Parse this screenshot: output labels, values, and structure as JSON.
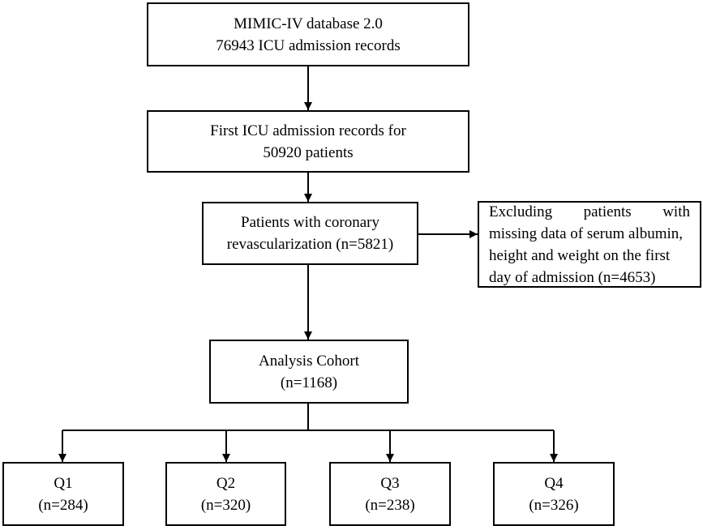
{
  "flowchart": {
    "source": {
      "line1": "MIMIC-IV database 2.0",
      "line2": "76943 ICU admission records"
    },
    "first_admission": {
      "line1": "First ICU admission records for",
      "line2": "50920 patients"
    },
    "revascularization": {
      "line1": "Patients with coronary",
      "line2": "revascularization (n=5821)"
    },
    "exclusion": {
      "line1": "Excluding patients with",
      "line2": "missing data of serum albumin,",
      "line3": "height and weight on the first",
      "line4": "day of admission (n=4653)"
    },
    "cohort": {
      "line1": "Analysis Cohort",
      "line2": "(n=1168)"
    },
    "quartiles": [
      {
        "label": "Q1",
        "count": "(n=284)"
      },
      {
        "label": "Q2",
        "count": "(n=320)"
      },
      {
        "label": "Q3",
        "count": "(n=238)"
      },
      {
        "label": "Q4",
        "count": "(n=326)"
      }
    ]
  }
}
